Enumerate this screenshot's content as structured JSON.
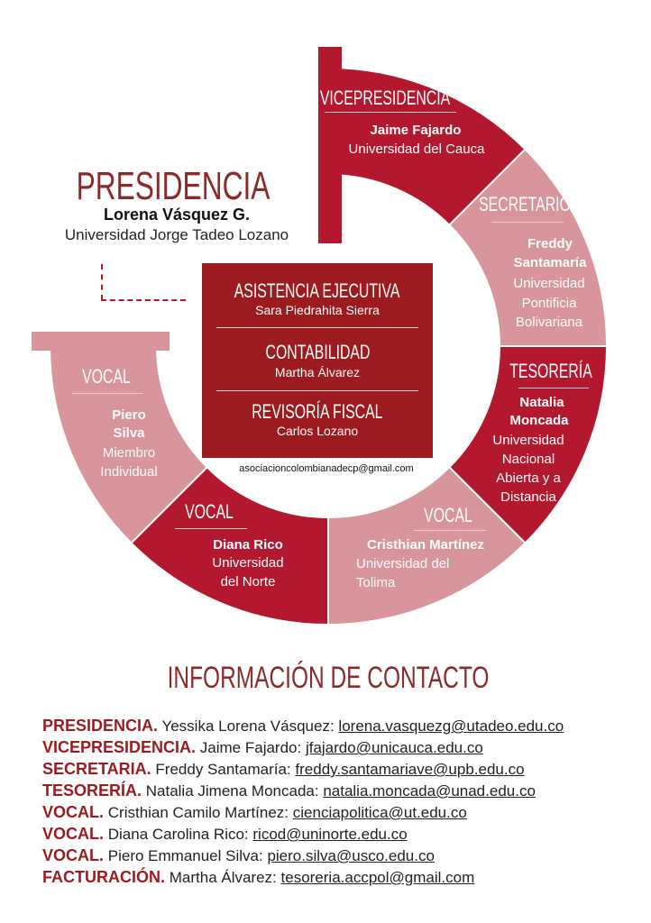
{
  "colors": {
    "dark": "#b3182e",
    "pink": "#d8959b",
    "box": "#9b1b1f",
    "title": "#8b2a2a"
  },
  "presidencia": {
    "title": "PRESIDENCIA",
    "name": "Lorena Vásquez G.",
    "org": "Universidad Jorge Tadeo Lozano"
  },
  "vice": {
    "title": "VICEPRESIDENCIA",
    "name": "Jaime Fajardo",
    "org": "Universidad del Cauca"
  },
  "secretario": {
    "title": "SECRETARIO",
    "lines": [
      "Freddy",
      "Santamaría"
    ],
    "org": [
      "Universidad",
      "Pontificia",
      "Bolivariana"
    ]
  },
  "tesoreria": {
    "title": "TESORERÍA",
    "lines": [
      "Natalia",
      "Moncada"
    ],
    "org": [
      "Universidad",
      "Nacional",
      "Abierta y a",
      "Distancia"
    ]
  },
  "vocal_piero": {
    "title": "VOCAL",
    "lines": [
      "Piero",
      "Silva"
    ],
    "org": [
      "Miembro",
      "Individual"
    ]
  },
  "vocal_diana": {
    "title": "VOCAL",
    "name": "Diana Rico",
    "org": [
      "Universidad",
      "del Norte"
    ]
  },
  "vocal_cristhian": {
    "title": "VOCAL",
    "name": "Cristhian Martínez",
    "org": [
      "Universidad del",
      "Tolima"
    ]
  },
  "center": {
    "items": [
      {
        "title": "ASISTENCIA EJECUTIVA",
        "name": "Sara Piedrahita Sierra"
      },
      {
        "title": "CONTABILIDAD",
        "name": "Martha Álvarez"
      },
      {
        "title": "REVISORÍA FISCAL",
        "name": "Carlos Lozano"
      }
    ],
    "email": "asociacioncolombianadecp@gmail.com"
  },
  "contact": {
    "heading": "INFORMACIÓN DE CONTACTO",
    "rows": [
      {
        "role": "PRESIDENCIA.",
        "name": "Yessika Lorena Vásquez:",
        "email": "lorena.vasquezg@utadeo.edu.co"
      },
      {
        "role": "VICEPRESIDENCIA.",
        "name": "Jaime Fajardo:",
        "email": "jfajardo@unicauca.edu.co"
      },
      {
        "role": "SECRETARIA.",
        "name": "Freddy Santamaría:",
        "email": "freddy.santamariave@upb.edu.co"
      },
      {
        "role": "TESORERÍA.",
        "name": "Natalia Jimena Moncada:",
        "email": "natalia.moncada@unad.edu.co"
      },
      {
        "role": "VOCAL.",
        "name": "Cristhian Camilo Martínez:",
        "email": "cienciapolitica@ut.edu.co"
      },
      {
        "role": "VOCAL.",
        "name": "Diana Carolina Rico:",
        "email": "ricod@uninorte.edu.co"
      },
      {
        "role": "VOCAL.",
        "name": "Piero Emmanuel Silva:",
        "email": "piero.silva@usco.edu.co"
      },
      {
        "role": "FACTURACIÓN.",
        "name": "Martha Álvarez:",
        "email": "tesoreria.accpol@gmail.com"
      }
    ]
  }
}
